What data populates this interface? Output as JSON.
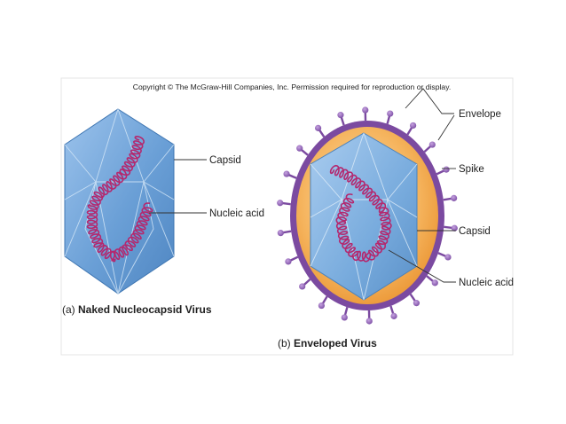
{
  "copyright": "Copyright © The McGraw-Hill Companies, Inc. Permission required for reproduction or display.",
  "naked": {
    "labels": {
      "capsid": "Capsid",
      "nucleic_acid": "Nucleic acid"
    },
    "caption_prefix": "(a) ",
    "caption_title": "Naked Nucleocapsid Virus"
  },
  "enveloped": {
    "labels": {
      "envelope": "Envelope",
      "spike": "Spike",
      "capsid": "Capsid",
      "nucleic_acid": "Nucleic acid"
    },
    "caption_prefix": "(b) ",
    "caption_title": "Enveloped Virus"
  },
  "colors": {
    "capsid_blue": "#6ea3d8",
    "capsid_edge": "#c9e0f5",
    "nucleic_acid": "#b4286e",
    "envelope_orange": "#f3a94c",
    "envelope_purple": "#7b4aa0",
    "spike_purple": "#8a5ab3"
  }
}
